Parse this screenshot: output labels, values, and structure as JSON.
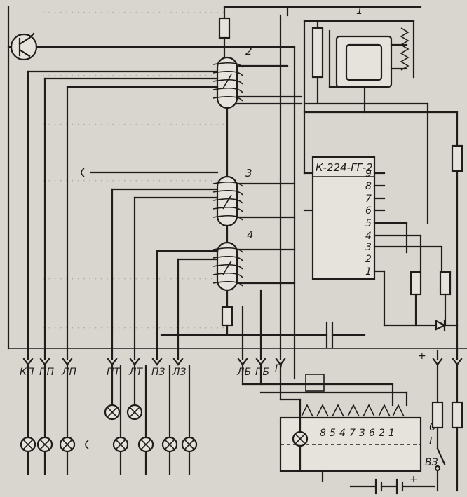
{
  "diagram": {
    "component_numbers": [
      "1",
      "2",
      "3",
      "4"
    ],
    "module_label": "К-224-ГГ-2",
    "module_pins": [
      "9",
      "8",
      "7",
      "6",
      "5",
      "4",
      "3",
      "2",
      "1"
    ],
    "connector_labels": [
      "КП",
      "ПП",
      "ЛП",
      "ПТ",
      "ЛТ",
      "ПЗ",
      "ЛЗ",
      "ЛБ",
      "ПБ",
      "П"
    ],
    "switch_pins": [
      "8",
      "5",
      "4",
      "7",
      "3",
      "6",
      "2",
      "1"
    ],
    "switch_positions": [
      "0",
      "I"
    ],
    "switch_label": "ВЗ",
    "polarity": [
      "+",
      "+"
    ]
  }
}
